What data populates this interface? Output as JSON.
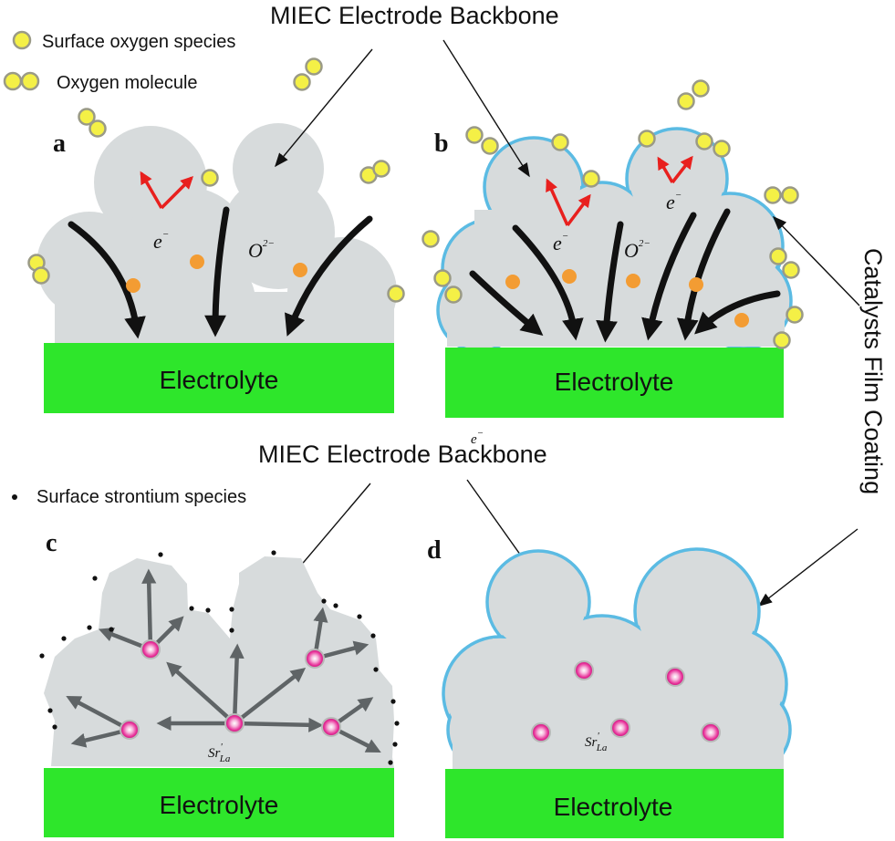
{
  "labels": {
    "top_backbone": "MIEC Electrode Backbone",
    "bottom_backbone": "MIEC Electrode Backbone",
    "catalyst_film": "Catalysts Film Coating"
  },
  "legend": {
    "surface_oxygen": "Surface oxygen species",
    "oxygen_molecule": "Oxygen molecule",
    "surface_strontium": "Surface strontium species"
  },
  "panels": {
    "a": {
      "letter": "a",
      "electrolyte": "Electrolyte",
      "electron": "e",
      "electron_sup": "−",
      "ion": "O",
      "ion_sup": "2−"
    },
    "b": {
      "letter": "b",
      "electrolyte": "Electrolyte",
      "electron": "e",
      "electron_sup": "−",
      "electron2": "e",
      "electron2_sup": "−",
      "ion": "O",
      "ion_sup": "2−",
      "stray_e": "e",
      "stray_e_sup": "−"
    },
    "c": {
      "letter": "c",
      "electrolyte": "Electrolyte",
      "sr": "Sr",
      "sr_sup": "'",
      "sr_sub": "La"
    },
    "d": {
      "letter": "d",
      "electrolyte": "Electrolyte",
      "sr": "Sr",
      "sr_sup": "'",
      "sr_sub": "La"
    }
  },
  "colors": {
    "electrolyte": "#2ee62b",
    "backbone": "#d7dbdc",
    "coating": "#5bbbe3",
    "oxygen_species": "#f4f046",
    "oxide_ion": "#f39c33",
    "electron_arrow": "#e8201e",
    "strontium": "#e8329a"
  }
}
